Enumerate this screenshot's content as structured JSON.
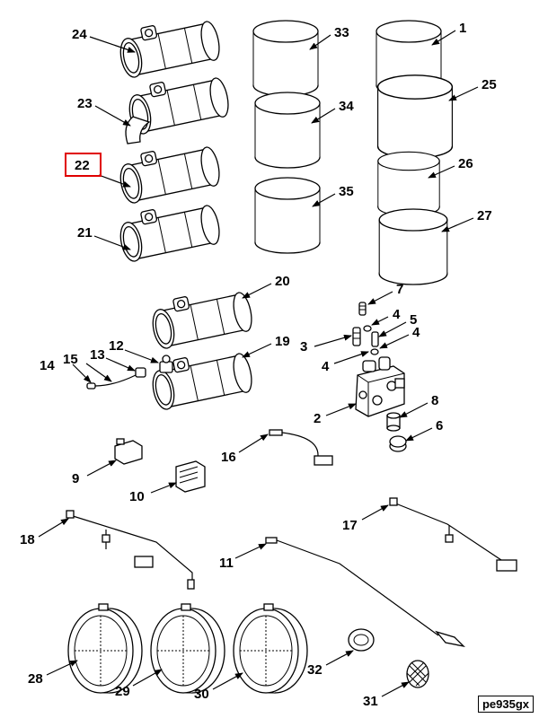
{
  "figure_id": "pe935gx",
  "highlight_color": "#e00000",
  "highlighted_callout": "22",
  "callouts": {
    "c1": "1",
    "c2": "2",
    "c3": "3",
    "c4a": "4",
    "c4b": "4",
    "c4c": "4",
    "c5": "5",
    "c6": "6",
    "c7": "7",
    "c8": "8",
    "c9": "9",
    "c10": "10",
    "c11": "11",
    "c12": "12",
    "c13": "13",
    "c14": "14",
    "c15": "15",
    "c16": "16",
    "c17": "17",
    "c18": "18",
    "c19": "19",
    "c20": "20",
    "c21": "21",
    "c22": "22",
    "c23": "23",
    "c24": "24",
    "c25": "25",
    "c26": "26",
    "c27": "27",
    "c28": "28",
    "c29": "29",
    "c30": "30",
    "c31": "31",
    "c32": "32",
    "c33": "33",
    "c34": "34",
    "c35": "35"
  }
}
